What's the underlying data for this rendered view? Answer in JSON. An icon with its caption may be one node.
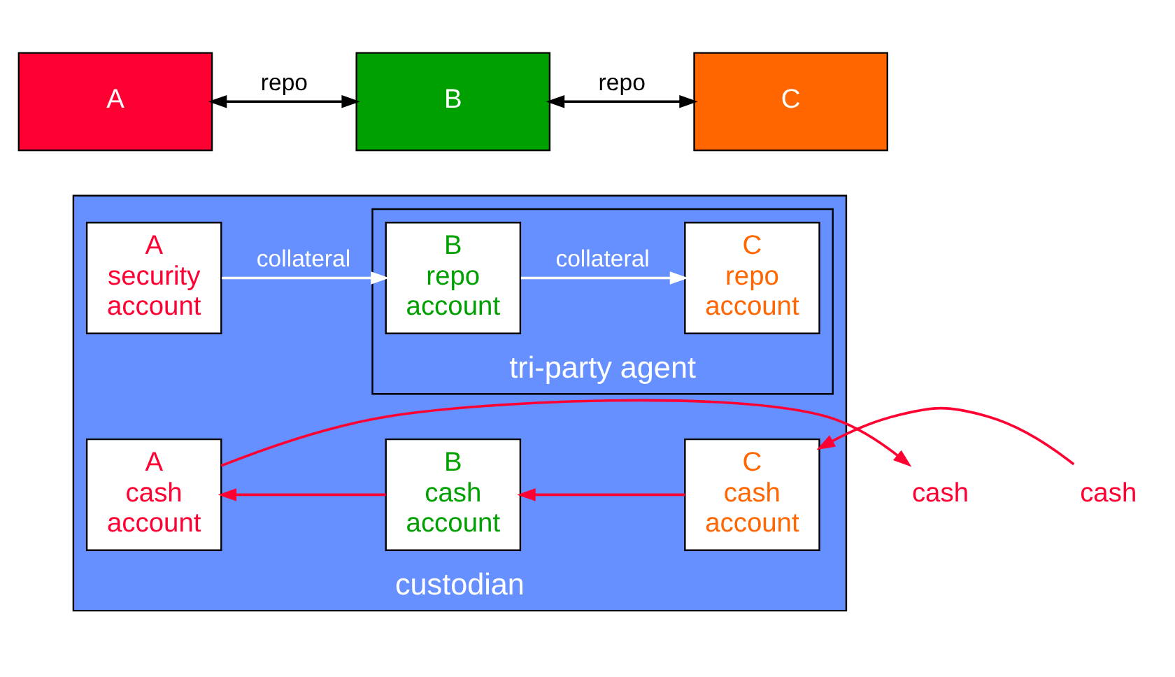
{
  "diagram": {
    "nodes": [
      {
        "text": [
          "A"
        ]
      },
      {
        "text": [
          "B"
        ]
      },
      {
        "text": [
          "C"
        ]
      },
      {
        "text": [
          "custodian"
        ]
      },
      {
        "text": [
          "A security account"
        ],
        "in": 3
      },
      {
        "text": [
          "tri-party agent"
        ],
        "in": 3
      },
      {
        "text": [
          "B repo account"
        ],
        "in": 5
      },
      {
        "text": [
          "C repo account"
        ],
        "in": 5
      },
      {
        "text": [
          "A cash account"
        ],
        "in": 3
      },
      {
        "text": [
          "B cash account"
        ],
        "in": 3
      },
      {
        "text": [
          "C cash account"
        ],
        "in": 3
      },
      {
        "text": [
          "cash"
        ]
      },
      {
        "text": [
          "cash"
        ]
      }
    ],
    "edges": [
      {
        "from": 0,
        "to": 1,
        "arrow": "both",
        "label": "repo",
        "color": "#000000"
      },
      {
        "from": 1,
        "to": 2,
        "arrow": "both",
        "label": "repo",
        "color": "#000000"
      },
      {
        "from": 4,
        "to": 6,
        "arrow": "to",
        "label": "collateral",
        "color": "#ffffff"
      },
      {
        "from": 6,
        "to": 7,
        "arrow": "to",
        "label": "collateral",
        "color": "#ffffff"
      },
      {
        "from": 10,
        "to": 9,
        "arrow": "to",
        "color": "#ff0033"
      },
      {
        "from": 9,
        "to": 8,
        "arrow": "to",
        "color": "#ff0033"
      },
      {
        "from": 8,
        "to": 11,
        "arrow": "to",
        "color": "#ff0033"
      },
      {
        "from": 12,
        "to": 10,
        "arrow": "to",
        "color": "#ff0033"
      }
    ]
  }
}
